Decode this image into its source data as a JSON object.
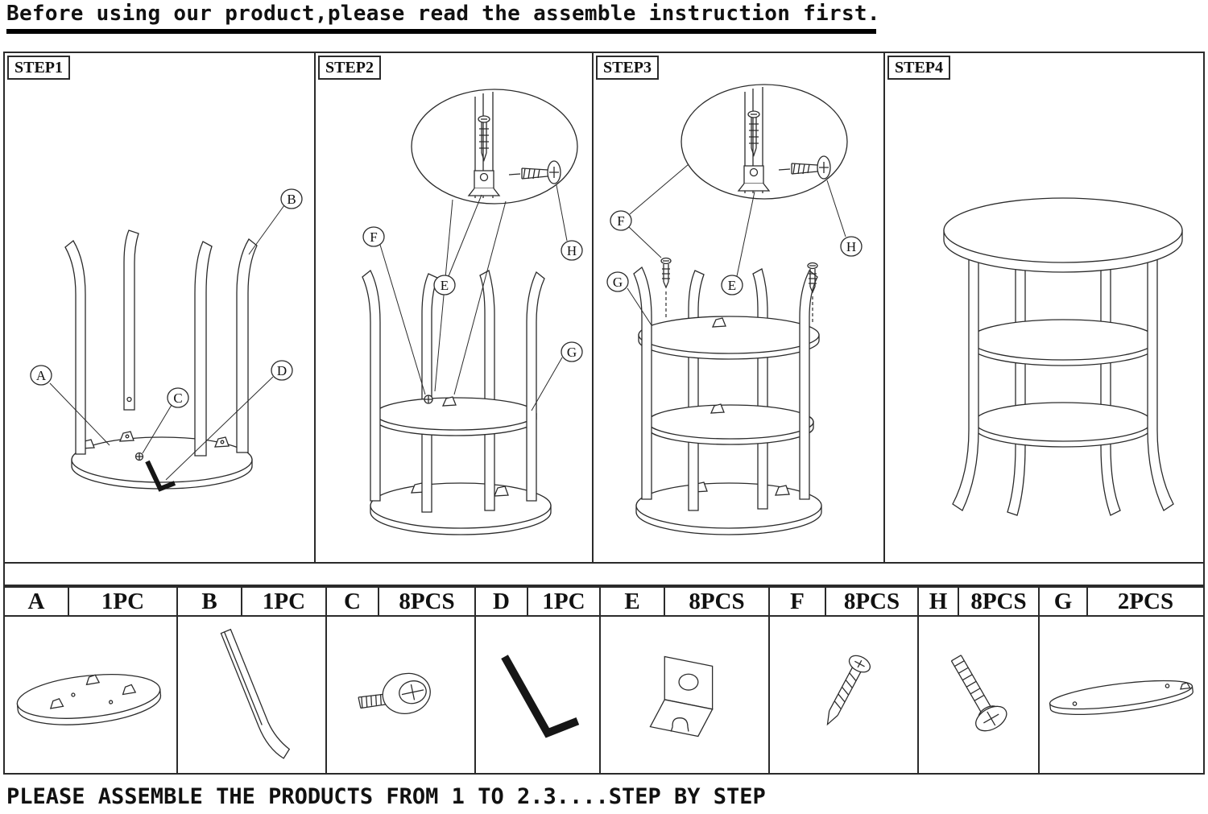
{
  "header": {
    "title": "Before using our product,please read the assemble instruction first."
  },
  "steps": [
    {
      "label": "STEP1",
      "callouts": [
        "A",
        "B",
        "C",
        "D"
      ]
    },
    {
      "label": "STEP2",
      "callouts": [
        "F",
        "E",
        "H",
        "G"
      ]
    },
    {
      "label": "STEP3",
      "callouts": [
        "F",
        "G",
        "E",
        "H"
      ]
    },
    {
      "label": "STEP4",
      "callouts": []
    }
  ],
  "parts": [
    {
      "letter": "A",
      "qty": "1PC"
    },
    {
      "letter": "B",
      "qty": "1PC"
    },
    {
      "letter": "C",
      "qty": "8PCS"
    },
    {
      "letter": "D",
      "qty": "1PC"
    },
    {
      "letter": "E",
      "qty": "8PCS"
    },
    {
      "letter": "F",
      "qty": "8PCS"
    },
    {
      "letter": "H",
      "qty": "8PCS"
    },
    {
      "letter": "G",
      "qty": "2PCS"
    }
  ],
  "footer": {
    "text": "PLEASE ASSEMBLE THE PRODUCTS FROM 1 TO 2.3....STEP BY STEP"
  }
}
